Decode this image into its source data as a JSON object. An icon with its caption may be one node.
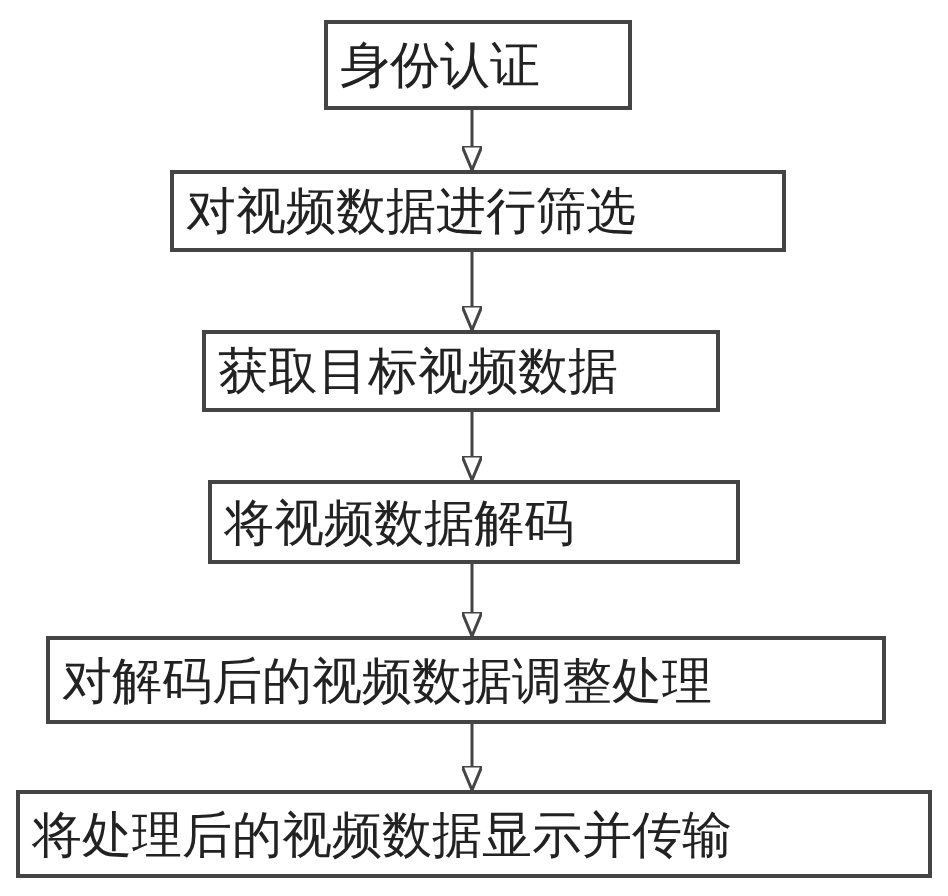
{
  "diagram": {
    "nodes": [
      {
        "text": [
          "身份认证"
        ]
      },
      {
        "text": [
          "对视频数据进行筛选"
        ]
      },
      {
        "text": [
          "获取目标视频数据"
        ]
      },
      {
        "text": [
          "将视频数据解码"
        ]
      },
      {
        "text": [
          "对解码后的视频数据调整处理"
        ]
      },
      {
        "text": [
          "将处理后的视频数据显示并传输"
        ]
      }
    ],
    "edges": [
      {
        "from": 0,
        "to": 1,
        "arrow": "to"
      },
      {
        "from": 1,
        "to": 2,
        "arrow": "to"
      },
      {
        "from": 2,
        "to": 3,
        "arrow": "to"
      },
      {
        "from": 3,
        "to": 4,
        "arrow": "to"
      },
      {
        "from": 4,
        "to": 5,
        "arrow": "to"
      }
    ]
  }
}
